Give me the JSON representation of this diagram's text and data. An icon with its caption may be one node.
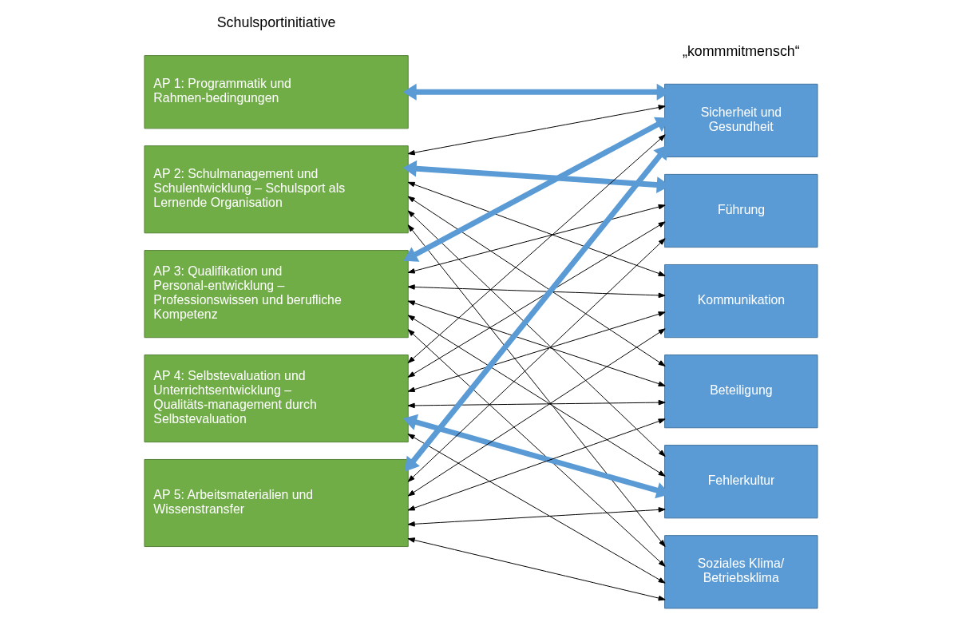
{
  "diagram": {
    "nodes": [
      {
        "text": [
          "AP 1: Programmatik und Rahmen-bedingungen"
        ]
      },
      {
        "text": [
          "AP 2: Schulmanagement und Schulentwicklung – Schulsport als Lernende Organisation"
        ]
      },
      {
        "text": [
          "AP 3: Qualifikation und Personal-entwicklung – Professionswissen und berufliche Kompetenz"
        ]
      },
      {
        "text": [
          "AP 4: Selbstevaluation und Unterrichtsentwicklung – Qualitäts-management durch Selbstevaluation"
        ]
      },
      {
        "text": [
          "AP 5: Arbeitsmaterialien und Wissenstransfer"
        ]
      },
      {
        "text": [
          "Sicherheit und Gesundheit"
        ]
      },
      {
        "text": [
          "Führung"
        ]
      },
      {
        "text": [
          "Kommunikation"
        ]
      },
      {
        "text": [
          "Beteiligung"
        ]
      },
      {
        "text": [
          "Fehlerkultur"
        ]
      },
      {
        "text": [
          "Soziales Klima/ Betriebsklima"
        ]
      }
    ],
    "edges": [
      {
        "from": 0,
        "to": 5,
        "arrow": "both",
        "style": "thick",
        "color": "#5b9bd5"
      },
      {
        "from": 1,
        "to": 5,
        "arrow": "both"
      },
      {
        "from": 1,
        "to": 6,
        "arrow": "both",
        "style": "thick",
        "color": "#5b9bd5"
      },
      {
        "from": 1,
        "to": 7,
        "arrow": "both"
      },
      {
        "from": 1,
        "to": 8,
        "arrow": "both"
      },
      {
        "from": 1,
        "to": 9,
        "arrow": "both"
      },
      {
        "from": 1,
        "to": 10,
        "arrow": "both"
      },
      {
        "from": 2,
        "to": 5,
        "arrow": "both",
        "style": "thick",
        "color": "#5b9bd5"
      },
      {
        "from": 2,
        "to": 6,
        "arrow": "both"
      },
      {
        "from": 2,
        "to": 7,
        "arrow": "both"
      },
      {
        "from": 2,
        "to": 8,
        "arrow": "both"
      },
      {
        "from": 2,
        "to": 9,
        "arrow": "both"
      },
      {
        "from": 2,
        "to": 10,
        "arrow": "both"
      },
      {
        "from": 3,
        "to": 5,
        "arrow": "both"
      },
      {
        "from": 3,
        "to": 6,
        "arrow": "both"
      },
      {
        "from": 3,
        "to": 7,
        "arrow": "both"
      },
      {
        "from": 3,
        "to": 8,
        "arrow": "both"
      },
      {
        "from": 3,
        "to": 9,
        "arrow": "both",
        "style": "thick",
        "color": "#5b9bd5"
      },
      {
        "from": 3,
        "to": 10,
        "arrow": "both"
      },
      {
        "from": 4,
        "to": 5,
        "arrow": "both",
        "style": "thick",
        "color": "#5b9bd5"
      },
      {
        "from": 4,
        "to": 6,
        "arrow": "both"
      },
      {
        "from": 4,
        "to": 7,
        "arrow": "both"
      },
      {
        "from": 4,
        "to": 8,
        "arrow": "both"
      },
      {
        "from": 4,
        "to": 9,
        "arrow": "both"
      },
      {
        "from": 4,
        "to": 10,
        "arrow": "both"
      }
    ],
    "labels": [
      "Schulsportinitiative",
      "„kommmitmensch“"
    ]
  }
}
